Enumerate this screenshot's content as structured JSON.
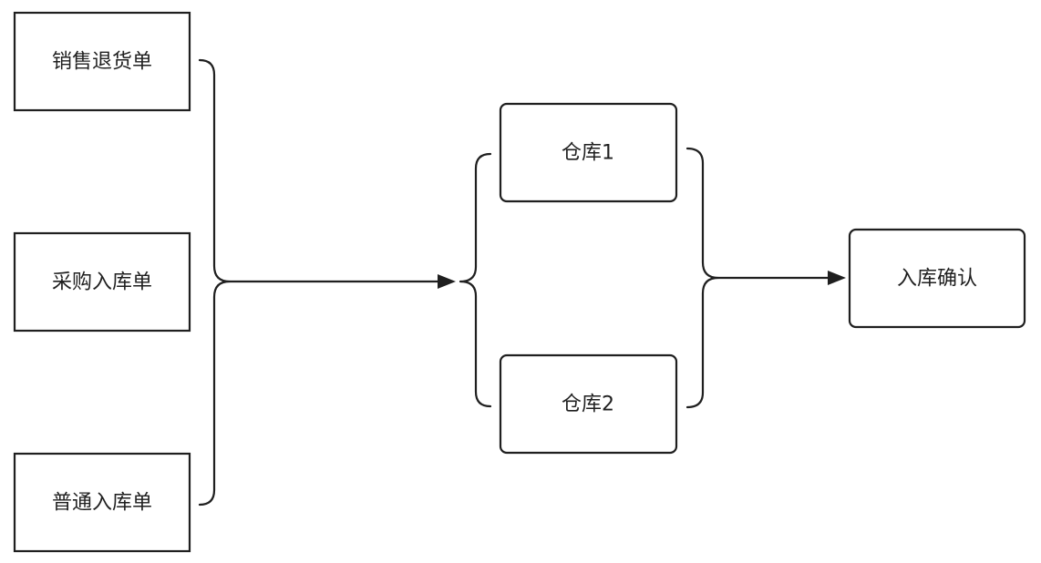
{
  "nodes": {
    "sales_return": "销售退货单",
    "purchase_receipt": "采购入库单",
    "normal_receipt": "普通入库单",
    "warehouse_1": "仓库1",
    "warehouse_2": "仓库2",
    "receipt_confirm": "入库确认"
  },
  "edges": [
    {
      "from": "sales_return",
      "to": "warehouse"
    },
    {
      "from": "purchase_receipt",
      "to": "warehouse"
    },
    {
      "from": "normal_receipt",
      "to": "warehouse"
    },
    {
      "from": "warehouse_1",
      "to": "receipt_confirm"
    },
    {
      "from": "warehouse_2",
      "to": "receipt_confirm"
    }
  ]
}
